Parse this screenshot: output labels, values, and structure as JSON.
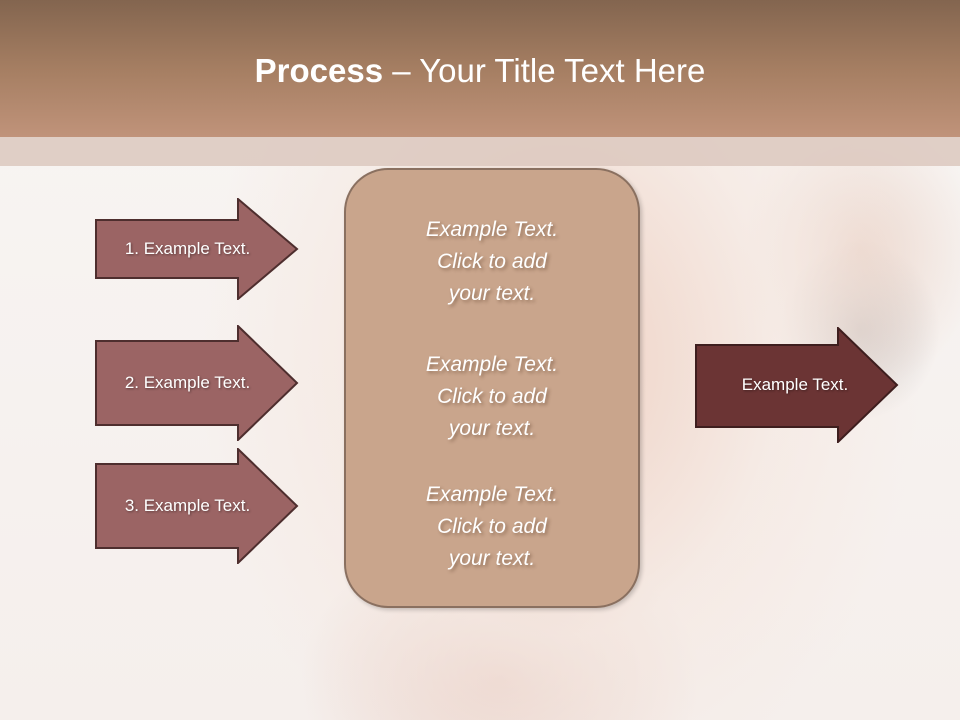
{
  "slide": {
    "title_bold": "Process",
    "title_rest": " – Your Title Text Here"
  },
  "left_arrows": [
    {
      "label": "1. Example Text."
    },
    {
      "label": "2. Example Text."
    },
    {
      "label": "3. Example Text."
    }
  ],
  "center_panel": {
    "blocks": [
      {
        "line1": "Example Text.",
        "line2": "Click  to add",
        "line3": "your text."
      },
      {
        "line1": "Example Text.",
        "line2": "Click  to add",
        "line3": "your text."
      },
      {
        "line1": "Example Text.",
        "line2": "Click  to add",
        "line3": "your text."
      }
    ]
  },
  "right_arrow": {
    "label": "Example Text."
  },
  "colors": {
    "header_top": "#83654f",
    "header_bottom": "#c0937a",
    "left_arrow_fill": "#9b6464",
    "right_arrow_fill": "#6b3434",
    "panel_fill": "#c9a58c"
  }
}
